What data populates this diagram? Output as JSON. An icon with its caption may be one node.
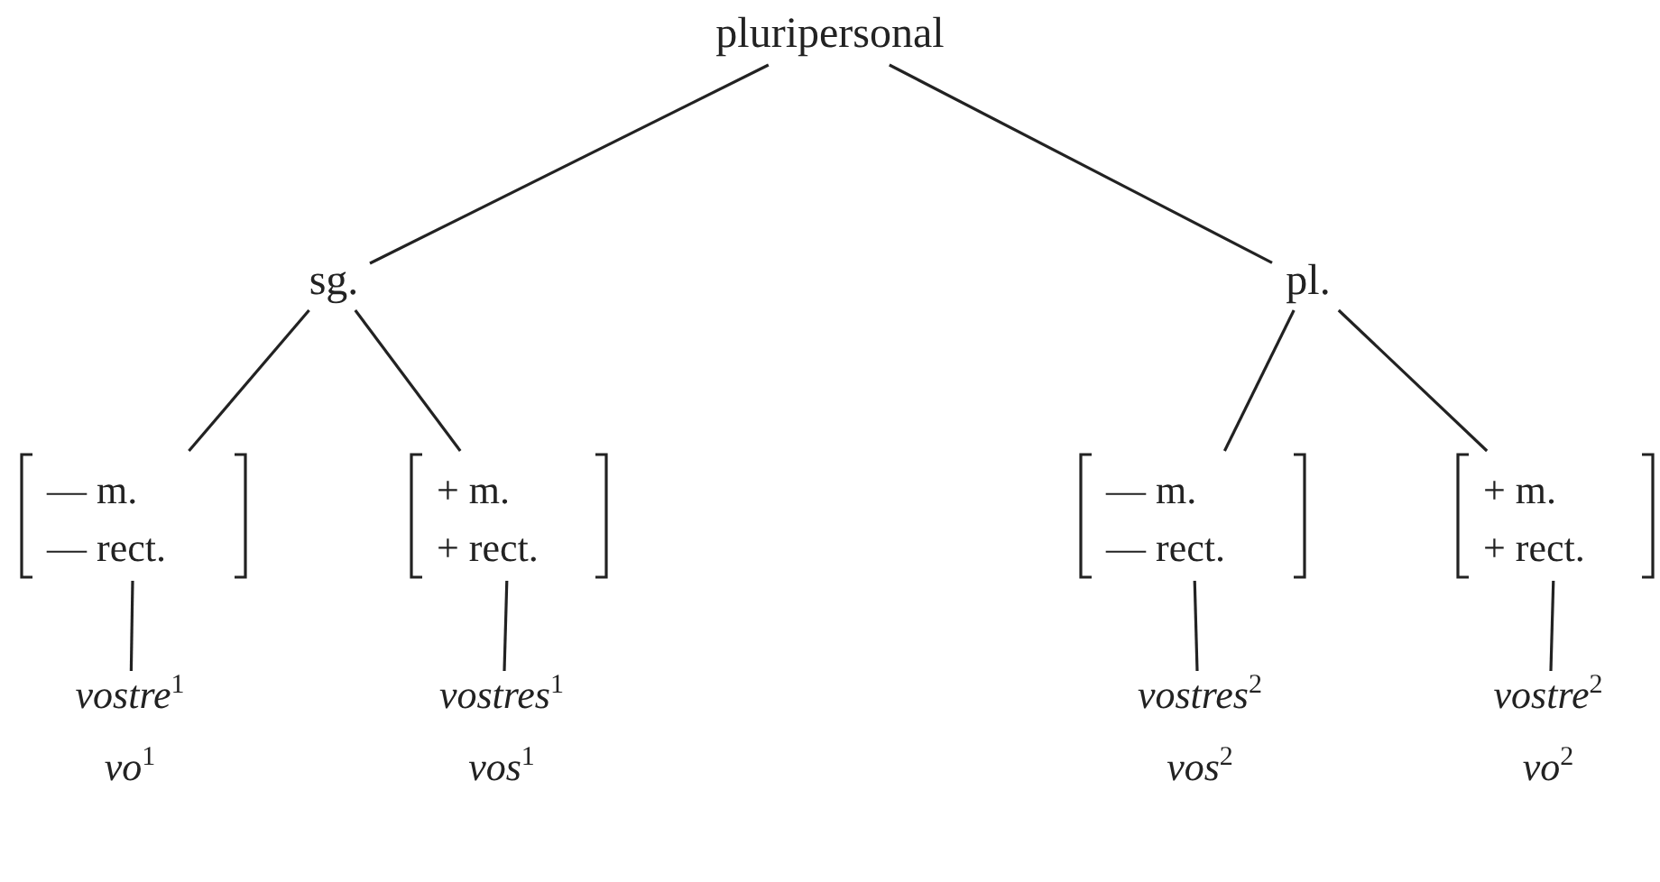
{
  "diagram": {
    "nodes": [
      {
        "text": [
          "pluripersonal"
        ]
      },
      {
        "text": [
          "sg."
        ]
      },
      {
        "text": [
          "pl."
        ]
      },
      {
        "text": [
          "— m.",
          "— rect."
        ]
      },
      {
        "text": [
          "+ m.",
          "+ rect."
        ]
      },
      {
        "text": [
          "— m.",
          "— rect."
        ]
      },
      {
        "text": [
          "+ m.",
          "+ rect."
        ]
      },
      {
        "text": [
          "vostre$^{1}$",
          "vo$^{1}$"
        ]
      },
      {
        "text": [
          "vostres$^{1}$",
          "vos$^{1}$"
        ]
      },
      {
        "text": [
          "vostres$^{2}$",
          "vos$^{2}$"
        ]
      },
      {
        "text": [
          "vostre$^{2}$",
          "vo$^{2}$"
        ]
      }
    ],
    "edges": [
      {
        "from": 0,
        "to": 1,
        "arrow": "none"
      },
      {
        "from": 0,
        "to": 2,
        "arrow": "none"
      },
      {
        "from": 1,
        "to": 3,
        "arrow": "none"
      },
      {
        "from": 1,
        "to": 4,
        "arrow": "none"
      },
      {
        "from": 2,
        "to": 5,
        "arrow": "none"
      },
      {
        "from": 2,
        "to": 6,
        "arrow": "none"
      },
      {
        "from": 3,
        "to": 7,
        "arrow": "none"
      },
      {
        "from": 4,
        "to": 8,
        "arrow": "none"
      },
      {
        "from": 5,
        "to": 9,
        "arrow": "none"
      },
      {
        "from": 6,
        "to": 10,
        "arrow": "none"
      }
    ]
  }
}
